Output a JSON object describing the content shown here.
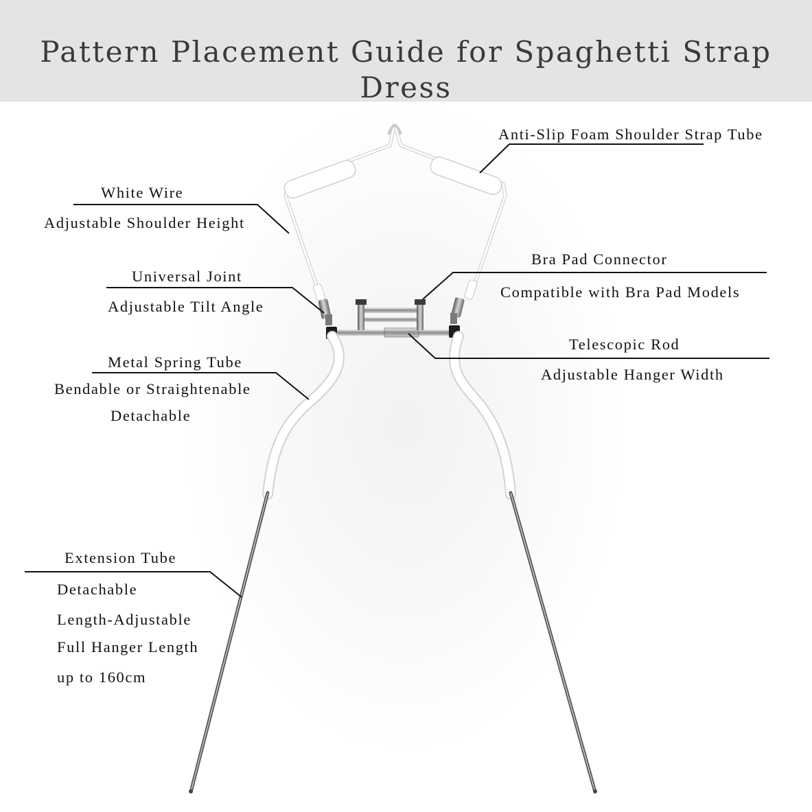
{
  "title": "Pattern Placement Guide for Spaghetti Strap Dress",
  "colors": {
    "header_bg": "#e4e4e4",
    "title_text": "#3a3a3a",
    "label_text": "#111111",
    "leader_line": "#111111",
    "hanger_white": "#ffffff",
    "metal": "#8a8a8a"
  },
  "labels": {
    "foam_tube": "Anti-Slip Foam Shoulder Strap Tube",
    "white_wire": "White Wire",
    "shoulder_height": "Adjustable Shoulder Height",
    "bra_pad_connector": "Bra Pad Connector",
    "bra_pad_models": "Compatible with Bra Pad Models",
    "universal_joint": "Universal Joint",
    "tilt_angle": "Adjustable Tilt Angle",
    "telescopic_rod": "Telescopic Rod",
    "hanger_width": "Adjustable Hanger Width",
    "spring_tube": "Metal Spring Tube",
    "bendable": "Bendable or Straightenable",
    "spring_detachable": "Detachable",
    "extension_tube": "Extension Tube",
    "ext_detachable": "Detachable",
    "length_adjustable": "Length-Adjustable",
    "full_length": "Full Hanger Length",
    "up_to": "up to 160cm"
  }
}
